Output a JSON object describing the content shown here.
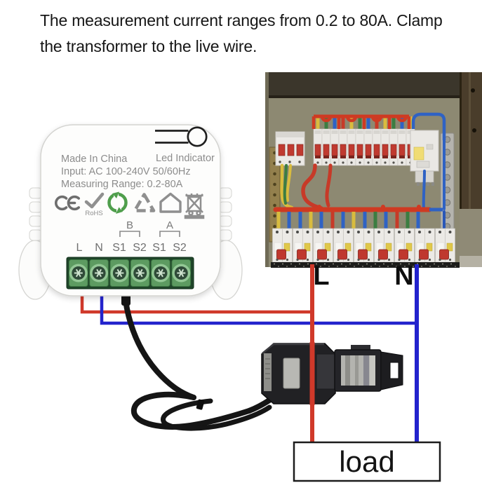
{
  "caption": {
    "line1": "The measurement current ranges from 0.2 to 80A. Clamp",
    "line2": "the transformer to the live wire."
  },
  "device": {
    "made_in": "Made In China",
    "led_indicator_label": "Led Indicator",
    "input_spec": "Input: AC 100-240V 50/60Hz",
    "measuring_range": "Measuring Range: 0.2-80A",
    "rohs_label": "RoHS",
    "group_b_label": "B",
    "group_a_label": "A",
    "terminals": [
      "L",
      "N",
      "S1",
      "S2",
      "S1",
      "S2"
    ],
    "icons": [
      "ce-mark",
      "rohs-check",
      "green-dot-recycle",
      "recycle-triangle",
      "house",
      "weee-crossed-bin"
    ]
  },
  "panel": {
    "live_label": "L",
    "neutral_label": "N"
  },
  "load": {
    "label": "load"
  },
  "colors": {
    "live_wire": "#d0392a",
    "neutral_wire": "#2323cd",
    "ct_cable": "#151515",
    "panel_wall": "#8d8972",
    "accent_red": "#c73a28",
    "accent_blue": "#2f62c4",
    "accent_yellow": "#d9bc3e",
    "accent_green": "#3c7d41",
    "terminal_block_green": "#5d9b61"
  }
}
